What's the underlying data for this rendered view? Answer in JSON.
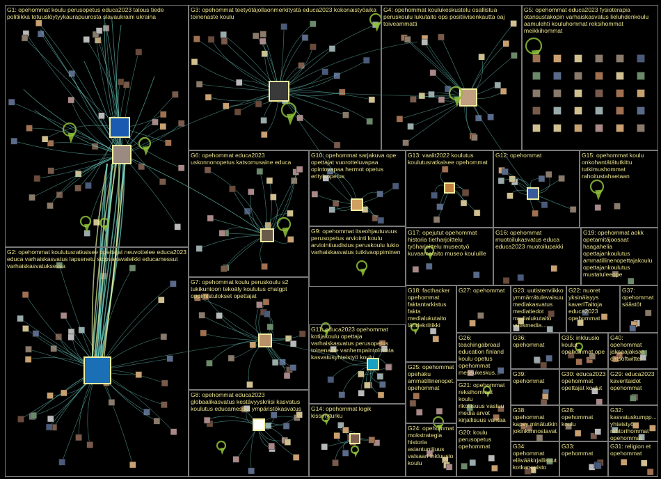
{
  "groups": [
    {
      "id": "G1",
      "label": "G1: opehommat koulu perusopetus educa2023 talous tiede\npolitiikka totuuslöytyykaurapuurosta slavaukraini ukraina"
    },
    {
      "id": "G2",
      "label": "G2: opehommat koulutusratkaisee opettajat neuvottelee educa2023\neduca varhaiskasvatus lapsenetu stopvakavaleikki educamessut\nvarhaiskasvatuksessa"
    },
    {
      "id": "G3",
      "label": "G3: opehommat teetyötäjollaonmerkitystä educa2023 kokonaistyöaika\ntoinenaste koulu"
    },
    {
      "id": "G4",
      "label": "G4: opehommat koulukeskustelu osallistua\nperuskoulu lukutaito ops positiivisenkautta oaj\ntoiveammatti"
    },
    {
      "id": "G5",
      "label": "G5: opehommat educa2023 fysioterapia\notansustakopin varhaiskasvatus lieluhdenkoulu\naamulehti kouluhommat reksihommat\nmeikkihommat"
    },
    {
      "id": "G6",
      "label": "G6: opehommat educa2023\nuskonnonopetus katsomusaine educa"
    },
    {
      "id": "G10",
      "label": "G10: opehommat sarjakuva ope\nopettajat vuorotteluvapaa\nopintovapaa hermot opetus\nerityisopetus"
    },
    {
      "id": "G13",
      "label": "G13: vaalit2022 koulutus\nkoulutusratkaisee opehommat"
    },
    {
      "id": "G12",
      "label": "G12: opehommat"
    },
    {
      "id": "G15",
      "label": "G15: opehommat koulu\nonkohantätätutkittu\ntutkimushommat\nrahoitustahaetaan"
    },
    {
      "id": "G9",
      "label": "G9: opehommat itseohjautuvuus\nperusopetus arviointi koulu\narviointiuudistus peruskoulu lukio\nvarhaiskasvatus tutkivaoppiminen"
    },
    {
      "id": "G17",
      "label": "G17: opejutut opehommat\nhistoria tietharjoittelu\ntyöharjoittelu museotyö\nkuvaamataito museo kouluille"
    },
    {
      "id": "G16",
      "label": "G16: opehommat\nmuotoilukasvatus educa\neduca2023 muotoilupakki"
    },
    {
      "id": "G19",
      "label": "G19: opehommat aokk\nopetamitäjoosaat\nhaagahelia\nopettajankoulutus\nammatillinenopettajakoulu\nopettajankoulutus\nmustatuleeope"
    },
    {
      "id": "G7",
      "label": "G7: opehommat koulu peruskoulu s2\ntukikuntoon tekoäly koulutus chatgpt\noppimistulokset opettajat"
    },
    {
      "id": "G18",
      "label": "G18: facthacker\nopehommat\nfaktantarkistus\nfakta\nmedialukutaito\nlähdekriitikki"
    },
    {
      "id": "G27",
      "label": "G27: opehommat"
    },
    {
      "id": "G23",
      "label": "G23: uutistenviikko\nymmärrätulevaisuu...\nmediakasvatus\nmediatiedot\nmedialukutaito\nuutismedia..."
    },
    {
      "id": "G22",
      "label": "G22: nuoret\nyksinäisyys\nkaverITaitoja\neduca2023\nopehommat"
    },
    {
      "id": "G37",
      "label": "G37:\nopehommat\nsäästöt"
    },
    {
      "id": "G11",
      "label": "G11: educa2023 opehommat\nkotijakoulu opettaja\nvarhaiskasvatus perusopetus\ntoinenaste vanhempaintoiminta\nkasvatusyhteistyö koulu"
    },
    {
      "id": "G26",
      "label": "G26:\nteachingabroad\neducation finland\nkoulu opetus\nopehommat\nmessukeskus..."
    },
    {
      "id": "G36",
      "label": "G36: opehommat"
    },
    {
      "id": "G35",
      "label": "G35: inkluusio\nkoulut\nopehommat ope"
    },
    {
      "id": "G40",
      "label": "G40: opehommat\njaksaajaksaa\ncatsoftwitter"
    },
    {
      "id": "G25",
      "label": "G25: opehommat\nopehaku\nammatillinenopet...\nopehommat"
    },
    {
      "id": "G39",
      "label": "G39: opehommat"
    },
    {
      "id": "G30",
      "label": "G30: educa2023\nopehommat\nopettajat koulut"
    },
    {
      "id": "G29",
      "label": "G29: educa2023\nkaveritaidot\nopehommat"
    },
    {
      "id": "G8",
      "label": "G8: opehommat educa2023\nglobaalikasvatus kestävyyskriisi kasvatus\nkoulutus educamessut ympäristökasvatus"
    },
    {
      "id": "G14",
      "label": "G14: opehommat logik kissmyturku"
    },
    {
      "id": "G21",
      "label": "G21: opehommat\nreksihommat koulu\nrikollisuus vastuu\nmedia arvot\nkirjallisuus vantaa"
    },
    {
      "id": "G38",
      "label": "G38: opehommat\nkapsy minätutkin\njokinkiinnostavat..."
    },
    {
      "id": "G28",
      "label": "G28: opehommat\nkoulu"
    },
    {
      "id": "G32",
      "label": "G32:\nkasvatuskumpp...\nyhteistyö\nrehtorihommat\nopehommat"
    },
    {
      "id": "G24",
      "label": "G24: opehommat\nmokstrategia\nhistoria\nasiantuntijuus\nvalsaari inkluusio\nkoulu"
    },
    {
      "id": "G20",
      "label": "G20: koulu\nperusopetus\nopehommat"
    },
    {
      "id": "G34",
      "label": "G34: opehommat\nelävääkirjallisuut...\nkotkanopisto"
    },
    {
      "id": "G33",
      "label": "G33: opehommat"
    },
    {
      "id": "G31",
      "label": "G31: religion et\nopehommat"
    }
  ],
  "colors": {
    "background": "#000000",
    "label": "#e8e08a",
    "border": "#7a7a7a",
    "edge": "#6fd3c6",
    "edge_strong": "#e6f5a0",
    "arrow": "#8fbf3a",
    "node_frame": "#f2eea0"
  }
}
